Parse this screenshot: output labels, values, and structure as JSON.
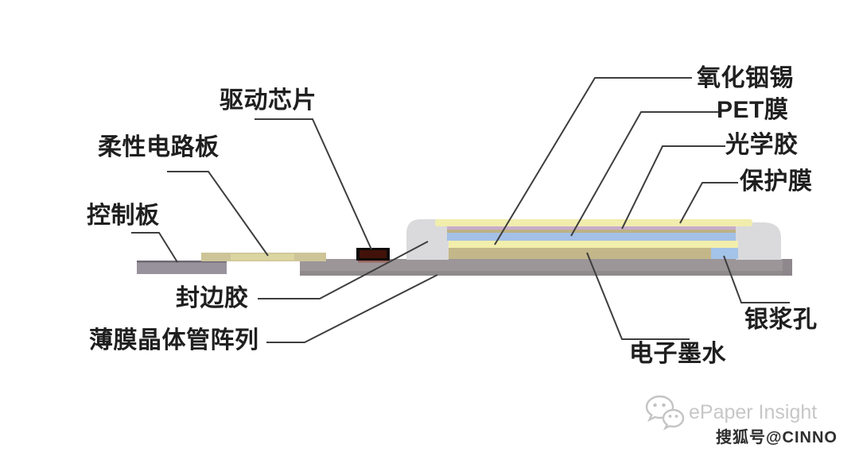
{
  "diagram": {
    "labels": {
      "driver_chip": "驱动芯片",
      "flexible_pcb": "柔性电路板",
      "control_board": "控制板",
      "edge_sealant": "封边胶",
      "tft_array": "薄膜晶体管阵列",
      "ito": "氧化铟锡",
      "pet_film": "PET膜",
      "optical_adhesive": "光学胶",
      "protective_film": "保护膜",
      "electronic_ink": "电子墨水",
      "silver_paste_hole": "银浆孔"
    },
    "layer_colors": {
      "protective_film": "#f1edad",
      "optical_adhesive": "#c8accb",
      "adhesive_layer": "#bcb286",
      "pet_film": "#a4c0e6",
      "ito_layer": "#f2eeab",
      "electronic_ink": "#c3b78a",
      "silver_paste_hole": "#a4c3e9",
      "tft_board": "#9c9699",
      "tft_board_shade": "#8b8589",
      "control_board": "#98929d",
      "control_board_edge": "#6f6974",
      "flexible_pcb": "#cdc498",
      "flexible_pcb_inner": "#dbd6a0",
      "edge_sealant": "#dadadc",
      "driver_chip": "#0f0b0b",
      "driver_chip_core": "#42120a",
      "solder_strip": "#9c4030",
      "leader_line": "#3e3e3e",
      "watermark_gray": "#c4c4c4"
    }
  },
  "watermark": {
    "icon": "wechat-icon",
    "brand": "ePaper Insight",
    "account": "搜狐号@CINNO"
  }
}
